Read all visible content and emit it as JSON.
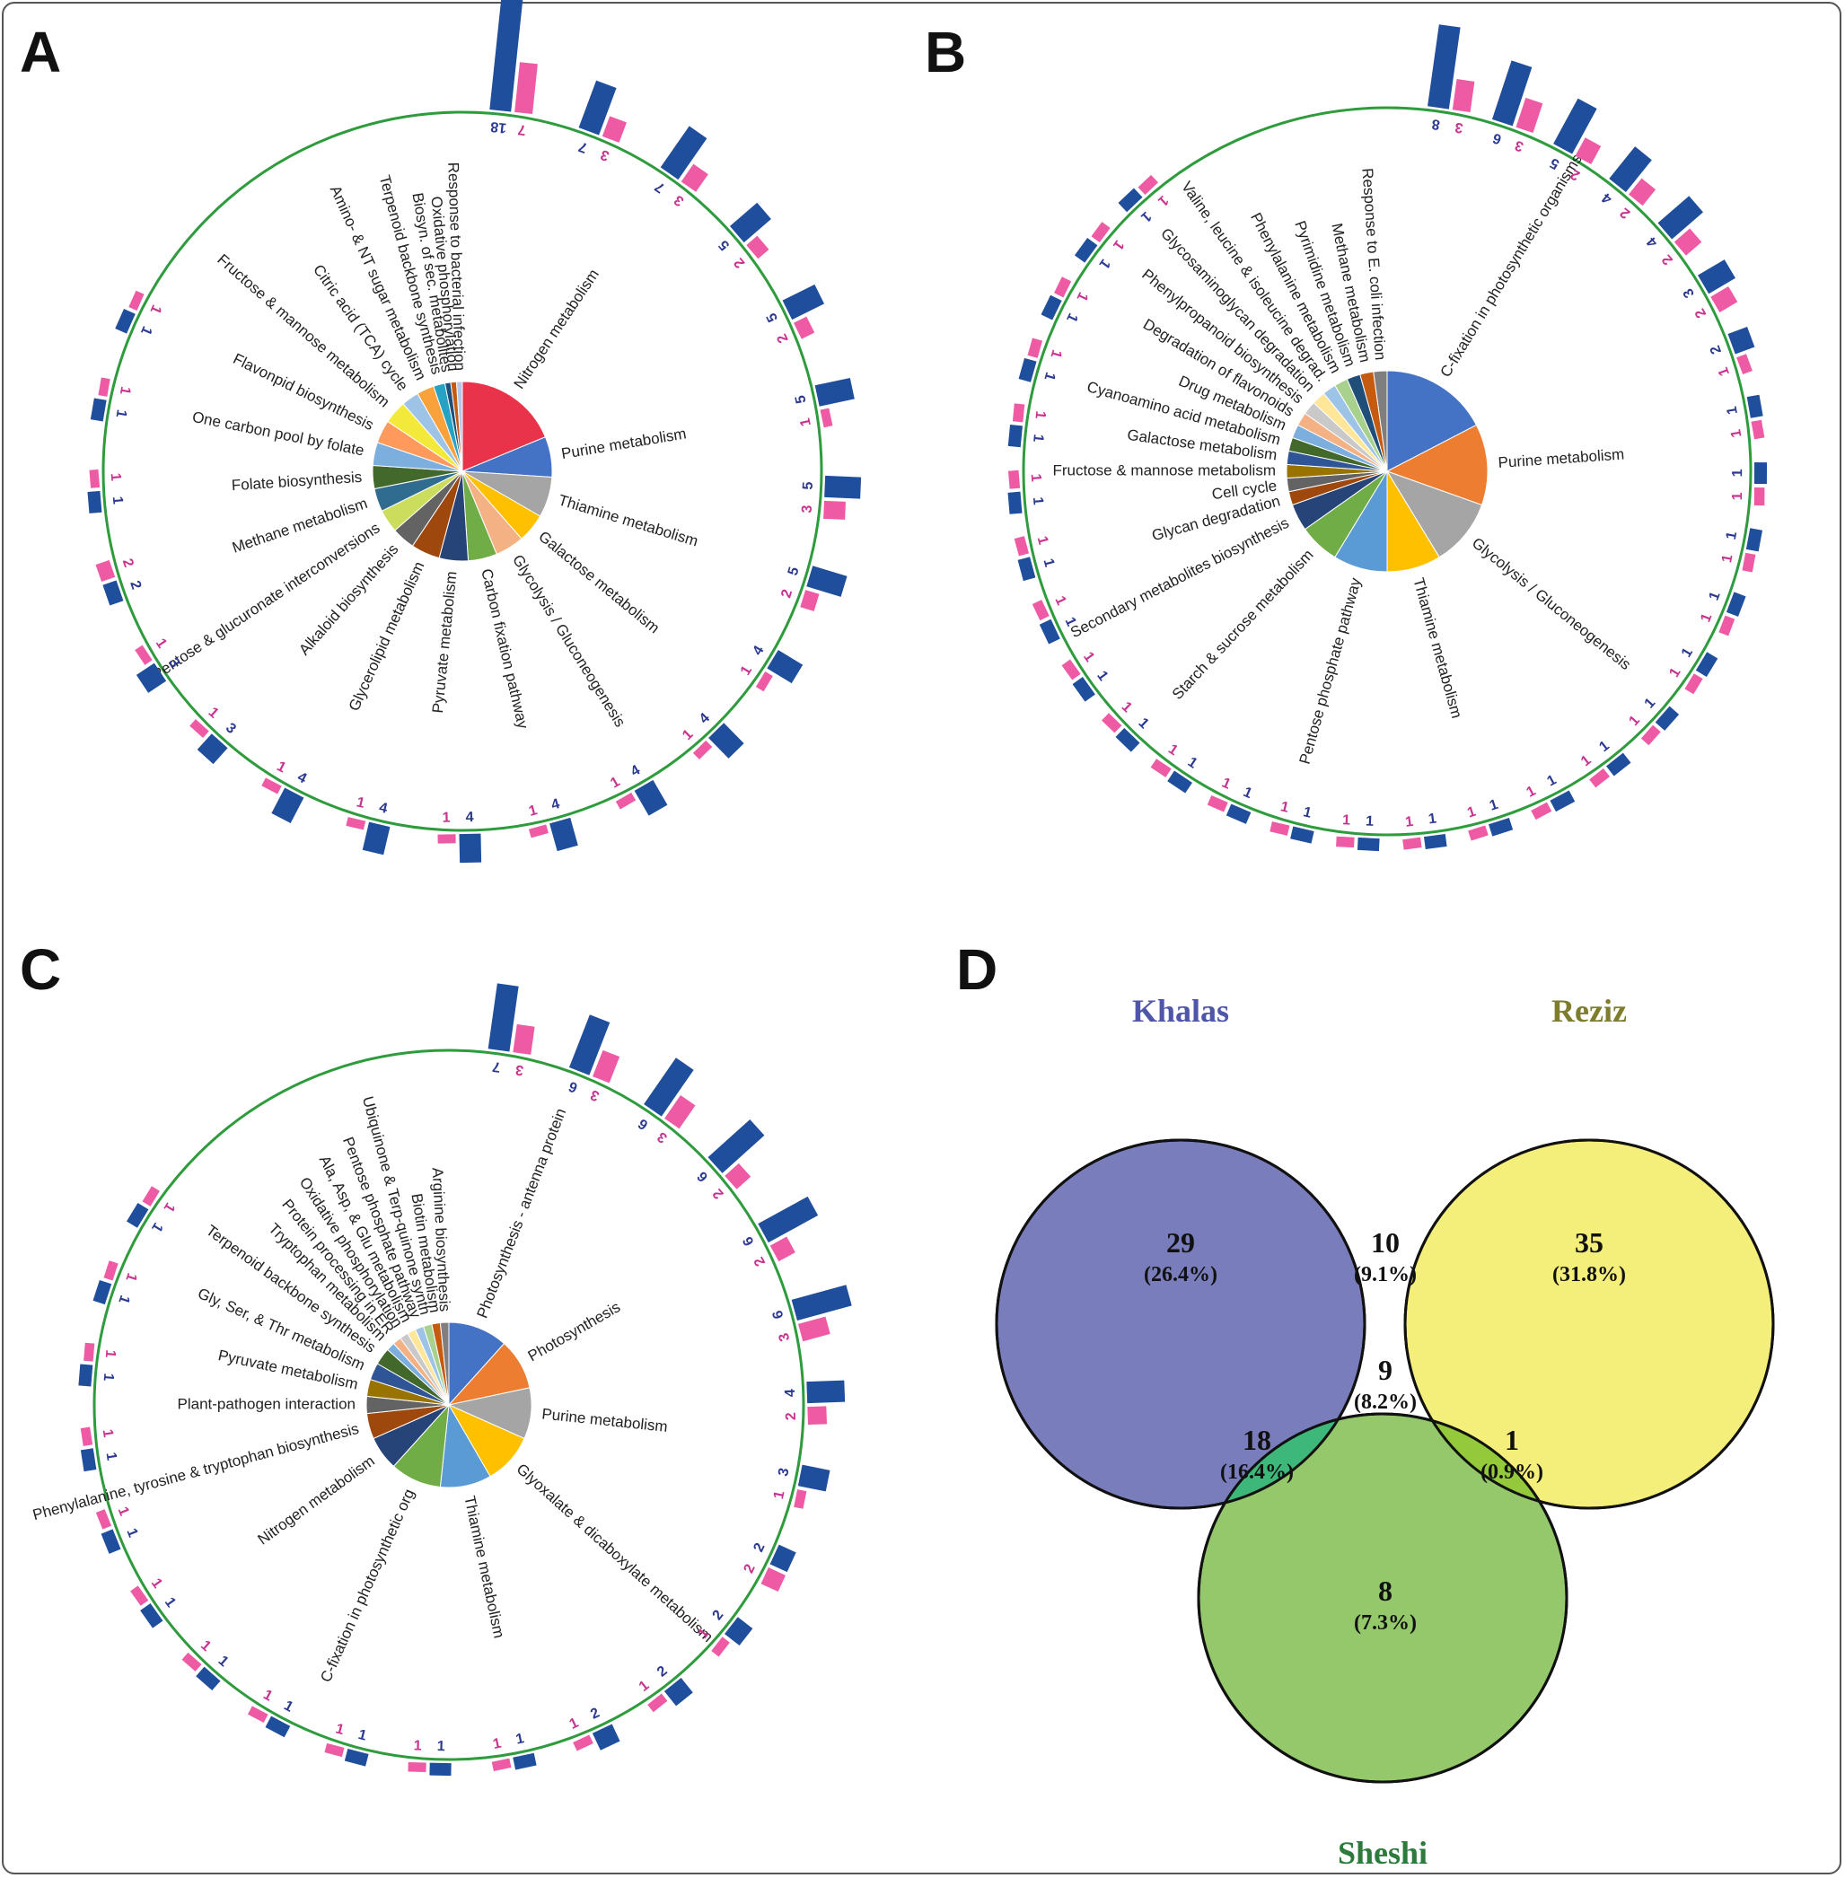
{
  "panels": [
    {
      "letter": "A"
    },
    {
      "letter": "B"
    },
    {
      "letter": "C"
    },
    {
      "letter": "D"
    }
  ],
  "chart_data": [
    {
      "type": "pie",
      "panel": "A",
      "categories": [
        "Nitrogen metabolism",
        "Purine metabolism",
        "Thiamine metabolism",
        "Galactose metabolism",
        "Glycolysis / Gluconeogenesis",
        "Carbon fixation pathway",
        "Pyruvate metabolism",
        "Glycerolipid metabolism",
        "Alkaloid biosynthesis",
        "Pentose & glucuronate interconversions",
        "Methane metabolism",
        "Folate biosynthesis",
        "One carbon pool by folate",
        "Flavonpid biosynthesis",
        "Fructose & mannose metabolism",
        "Citric acid (TCA) cycle",
        "Amino- & NT sugar metabolism",
        "Terpenoid backbone synthesis",
        "Biosyn. of sec. metabolites",
        "Oxidative phosphorylation",
        "Response to bacterial infection"
      ],
      "values": [
        18,
        7,
        7,
        5,
        5,
        5,
        5,
        5,
        4,
        4,
        4,
        4,
        4,
        4,
        4,
        3,
        3,
        2,
        1,
        1,
        1
      ],
      "colors": [
        "#e8334a",
        "#4472c4",
        "#a5a5a5",
        "#ffc000",
        "#f4b183",
        "#70ad47",
        "#264478",
        "#9e480e",
        "#636363",
        "#ccdc5c",
        "#2f6c8f",
        "#43682b",
        "#7cafdd",
        "#ff9a5c",
        "#f2e93a",
        "#9dc3e6",
        "#f9a13a",
        "#26a3c4",
        "#1f4e79",
        "#c55a11",
        "#b4c7e7"
      ],
      "bar_series": [
        {
          "values": [
            18,
            7,
            7,
            5,
            5,
            5,
            5,
            5,
            4,
            4,
            4,
            4,
            4,
            4,
            4,
            3,
            3,
            2,
            1,
            1,
            1
          ]
        },
        {
          "values": [
            7,
            3,
            3,
            2,
            2,
            1,
            3,
            2,
            1,
            1,
            1,
            1,
            1,
            1,
            1,
            1,
            1,
            2,
            1,
            1,
            1
          ]
        }
      ]
    },
    {
      "type": "pie",
      "panel": "B",
      "categories": [
        "C-fixation in photosynthetic organisms",
        "Purine metabolism",
        "Glycolysis / Gluconeogenesis",
        "Thiamine metabolism",
        "Pentose phosphate pathway",
        "Starch & sucrose metabolism",
        "Secondary metabolites biosynthesis",
        "Glycan degradation",
        "Cell cycle",
        "Fructose & mannose metabolism",
        "Galactose metabolism",
        "Cyanoamino acid metabolism",
        "Drug metabolism",
        "Degradation of flavonoids",
        "Phenylpropanoid biosynthesis",
        "Glycosaminoglycan degradation",
        "Valine, leucine & isoleucine degrad.",
        "Phenylalanine metabolism",
        "Pyrimidine metabolism",
        "Methane metabolism",
        "Response to E. coli infection"
      ],
      "values": [
        8,
        6,
        5,
        4,
        4,
        3,
        2,
        1,
        1,
        1,
        1,
        1,
        1,
        1,
        1,
        1,
        1,
        1,
        1,
        1,
        1
      ],
      "colors": [
        "#4472c4",
        "#ed7d31",
        "#a5a5a5",
        "#ffc000",
        "#5b9bd5",
        "#70ad47",
        "#264478",
        "#9e480e",
        "#636363",
        "#997300",
        "#2f5597",
        "#43682b",
        "#7cafdd",
        "#f4b183",
        "#c9c9c9",
        "#ffe699",
        "#9dc3e6",
        "#a9d18e",
        "#1f4e79",
        "#c55a11",
        "#7f7f7f"
      ],
      "bar_series": [
        {
          "values": [
            8,
            6,
            5,
            4,
            4,
            3,
            2,
            1,
            1,
            1,
            1,
            1,
            1,
            1,
            1,
            1,
            1,
            1,
            1,
            1,
            1,
            1,
            1,
            1,
            1,
            1,
            1,
            1,
            1,
            1,
            1
          ]
        },
        {
          "values": [
            3,
            3,
            2,
            2,
            2,
            2,
            1,
            1,
            1,
            1,
            1,
            1,
            1,
            1,
            1,
            1,
            1,
            1,
            1,
            1,
            1,
            1,
            1,
            1,
            1,
            1,
            1,
            1,
            1,
            1,
            1
          ]
        }
      ]
    },
    {
      "type": "pie",
      "panel": "C",
      "categories": [
        "Photosynthesis - antenna protein",
        "Photosynthesis",
        "Purine metabolism",
        "Glyoxalate & dicaboxylate metabolism",
        "Thiamine metabolism",
        "C-fixation in photosynthetic org",
        "Nitrogen metabolism",
        "Phenylalanine, tyrosine & tryptophan biosynthesis",
        "Plant-pathogen interaction",
        "Pyruvate metabolism",
        "Gly, Ser, & Thr metabolism",
        "Terpenoid backbone synthesis",
        "Tryptophan metabolism",
        "Protein processing in ER",
        "Oxidative phosphorylation",
        "Ala, Asp, & Glu metabolism",
        "Pentose phosphate pathway",
        "Ubiquinone & Terp-quinone synth",
        "Biotin metabolism",
        "Arginine biosynthesis"
      ],
      "values": [
        7,
        6,
        6,
        6,
        6,
        6,
        4,
        3,
        2,
        2,
        2,
        2,
        1,
        1,
        1,
        1,
        1,
        1,
        1,
        1
      ],
      "colors": [
        "#4472c4",
        "#ed7d31",
        "#a5a5a5",
        "#ffc000",
        "#5b9bd5",
        "#70ad47",
        "#264478",
        "#9e480e",
        "#636363",
        "#997300",
        "#2f5597",
        "#43682b",
        "#7cafdd",
        "#f4b183",
        "#c9c9c9",
        "#ffe699",
        "#9dc3e6",
        "#a9d18e",
        "#c55a11",
        "#7f7f7f"
      ],
      "bar_series": [
        {
          "values": [
            7,
            6,
            6,
            6,
            6,
            6,
            4,
            3,
            2,
            2,
            2,
            2,
            1,
            1,
            1,
            1,
            1,
            1,
            1,
            1,
            1,
            1,
            1
          ]
        },
        {
          "values": [
            3,
            3,
            3,
            2,
            2,
            3,
            2,
            1,
            2,
            1,
            1,
            1,
            1,
            1,
            1,
            1,
            1,
            1,
            1,
            1,
            1,
            1,
            1
          ]
        }
      ]
    },
    {
      "type": "venn",
      "panel": "D",
      "sets": [
        {
          "name": "Khalas",
          "color": "#4f55a8",
          "fill": "#7a7dbb"
        },
        {
          "name": "Reziz",
          "color": "#7d7d2d",
          "fill": "#f4ee7a"
        },
        {
          "name": "Sheshi",
          "color": "#2c7b3c",
          "fill": "#94c86a"
        }
      ],
      "regions": [
        {
          "sets": [
            "Khalas"
          ],
          "count": "29",
          "percent": "(26.4%)"
        },
        {
          "sets": [
            "Khalas",
            "Reziz"
          ],
          "count": "10",
          "percent": "(9.1%)"
        },
        {
          "sets": [
            "Reziz"
          ],
          "count": "35",
          "percent": "(31.8%)"
        },
        {
          "sets": [
            "Khalas",
            "Reziz",
            "Sheshi"
          ],
          "count": "9",
          "percent": "(8.2%)"
        },
        {
          "sets": [
            "Khalas",
            "Sheshi"
          ],
          "count": "18",
          "percent": "(16.4%)"
        },
        {
          "sets": [
            "Reziz",
            "Sheshi"
          ],
          "count": "1",
          "percent": "(0.9%)"
        },
        {
          "sets": [
            "Sheshi"
          ],
          "count": "8",
          "percent": "(7.3%)"
        }
      ]
    }
  ],
  "colors": {
    "bar_blue": "#1f4e9c",
    "bar_pink": "#ee5aa4",
    "ring": "#2e9b3c",
    "num_blue": "#2b3990",
    "num_pink": "#c8338f"
  }
}
